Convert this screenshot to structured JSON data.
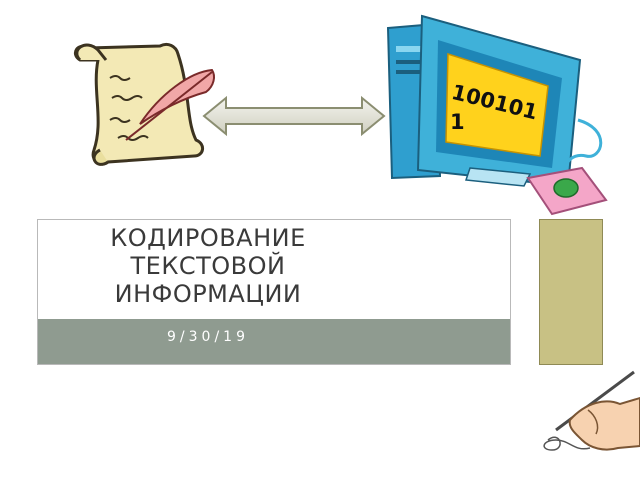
{
  "slide": {
    "title": "Кодирование текстовой информации",
    "date": "9/30/19"
  },
  "computer": {
    "binary_line1": "100101",
    "binary_line2": "1"
  },
  "icons": {
    "scroll": "scroll-quill-icon",
    "arrow": "double-arrow-icon",
    "computer": "computer-icon",
    "mouse": "mouse-icon",
    "hand": "writing-hand-icon"
  },
  "colors": {
    "accent_panel": "#c8c184",
    "date_bar": "#8f9b90",
    "title_text": "#3a3a3a",
    "monitor_screen": "#ffd21c",
    "monitor_body": "#3fb1d9"
  }
}
